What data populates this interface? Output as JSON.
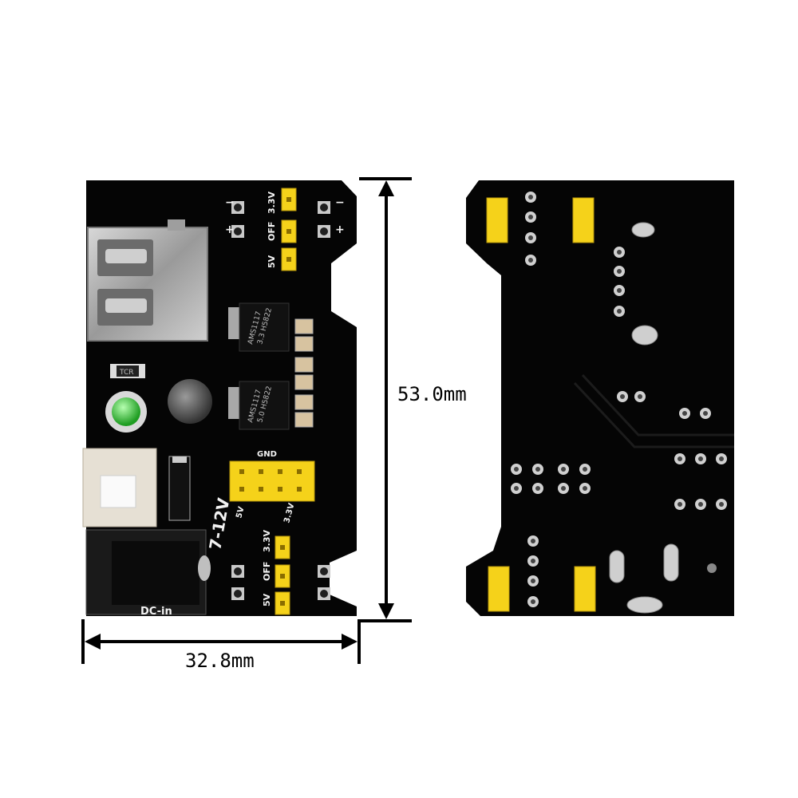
{
  "dimensions": {
    "height_label": "53.0mm",
    "width_label": "32.8mm"
  },
  "front_board": {
    "label_3v3_top": "3.3V",
    "label_off_top": "OFF",
    "label_5v_top": "5V",
    "label_3v3_bottom": "3.3V",
    "label_off_bottom": "OFF",
    "label_5v_bottom": "5V",
    "label_gnd": "GND",
    "label_5v_header": "5V",
    "label_3v3_header": "3.3V",
    "label_vin": "7-12V",
    "label_dcin": "DC-in",
    "plus": "+",
    "minus": "−",
    "reg1_line1": "AMS1117",
    "reg1_line2": "3.3 H5822",
    "reg2_line1": "AMS1117",
    "reg2_line2": "5.0 H5822",
    "small_part": "TCR"
  },
  "colors": {
    "pcb": "#050505",
    "header": "#f5d21a",
    "metal": "#b8b8b8",
    "led": "#3ccf3c",
    "background": "#ffffff"
  }
}
